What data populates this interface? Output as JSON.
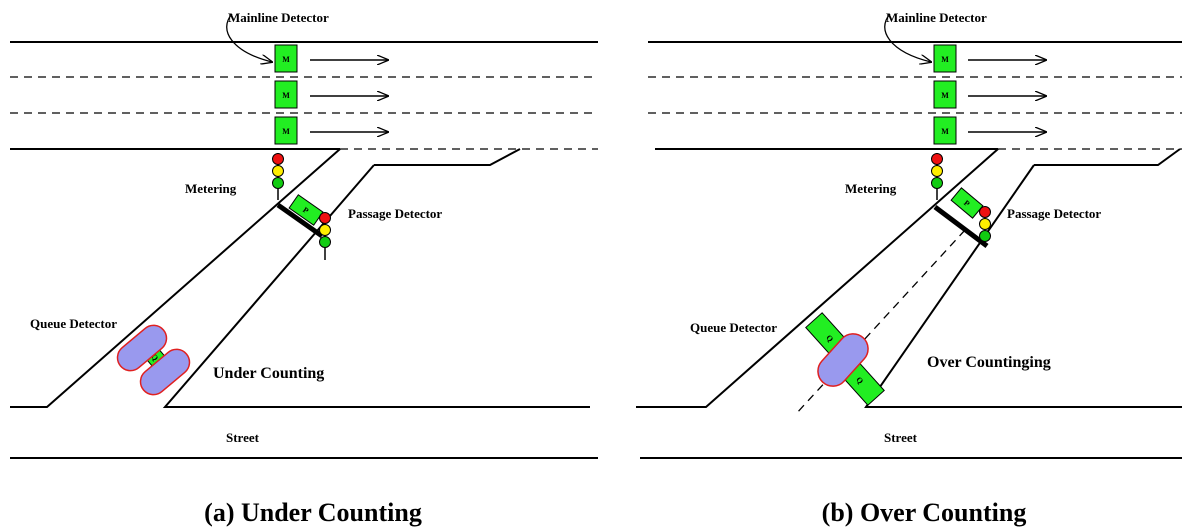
{
  "panel_a": {
    "mainline_label": "Mainline Detector",
    "metering_label": "Metering",
    "passage_label": "Passage Detector",
    "queue_label": "Queue Detector",
    "status_label": "Under Counting",
    "street_label": "Street",
    "caption": "(a) Under Counting",
    "mainline_detector_letter": "M",
    "passage_detector_letter": "P",
    "queue_detector_letter": "Q"
  },
  "panel_b": {
    "mainline_label": "Mainline Detector",
    "metering_label": "Metering",
    "passage_label": "Passage Detector",
    "queue_label": "Queue Detector",
    "status_label": "Over Countinging",
    "street_label": "Street",
    "caption": "(b) Over Counting",
    "mainline_detector_letter": "M",
    "passage_detector_letter": "P",
    "queue_detector_letter": "Q"
  },
  "colors": {
    "detector_green": "#22ee22",
    "vehicle_fill": "#9999ee",
    "vehicle_border": "#e02020",
    "signal_red": "#ee1111",
    "signal_yellow": "#ffee00",
    "signal_green": "#11cc11"
  }
}
